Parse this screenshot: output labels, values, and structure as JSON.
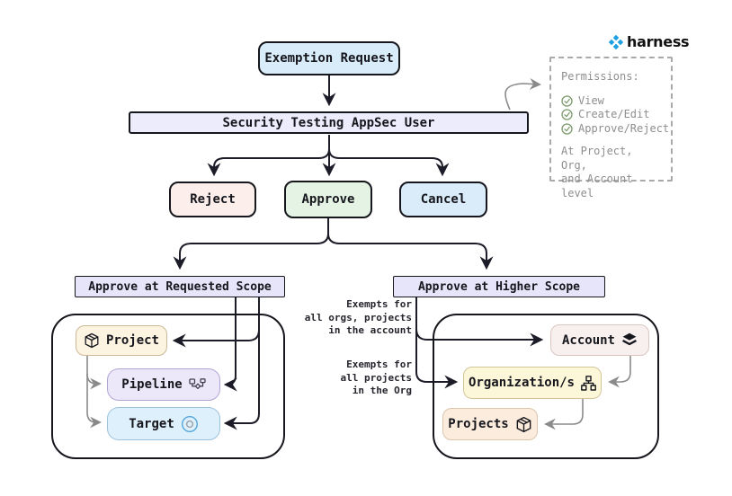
{
  "brand": {
    "logo_text": "harness"
  },
  "flow": {
    "exemption_request": "Exemption Request",
    "appsec_user": "Security Testing AppSec User",
    "decisions": {
      "reject": "Reject",
      "approve": "Approve",
      "cancel": "Cancel"
    },
    "requested_scope": {
      "title": "Approve at Requested Scope",
      "nodes": {
        "project": "Project",
        "pipeline": "Pipeline",
        "target": "Target"
      }
    },
    "higher_scope": {
      "title": "Approve at Higher Scope",
      "nodes": {
        "account": "Account",
        "organizations": "Organization/s",
        "projects": "Projects"
      }
    }
  },
  "annotations": {
    "exempt_account": "Exempts for\nall orgs, projects\nin the account",
    "exempt_org": "Exempts for\nall projects\nin the Org"
  },
  "permissions": {
    "title": "Permissions:",
    "items": [
      "View",
      "Create/Edit",
      "Approve/Reject"
    ],
    "note": "At Project, Org,\nand Account level"
  },
  "colors": {
    "exemption_bg": "#d8ecfa",
    "appsec_bg": "#ececfc",
    "reject_bg": "#fbeeeb",
    "approve_bg": "#e4f3e4",
    "cancel_bg": "#daecfa",
    "scope_bg": "#e7e5fa",
    "project_bg": "#fcf3e0",
    "pipeline_bg": "#ece7f9",
    "target_bg": "#def0fb",
    "account_bg": "#f8f0ee",
    "organizations_bg": "#fcf7d9",
    "projects_bg": "#fcecdd",
    "brand_blue": "#1da0e1",
    "check_green": "#7e9c6d",
    "muted_gray": "#8e8e8e",
    "line_dark": "#1c1c28",
    "line_gray": "#8a8a8a"
  }
}
